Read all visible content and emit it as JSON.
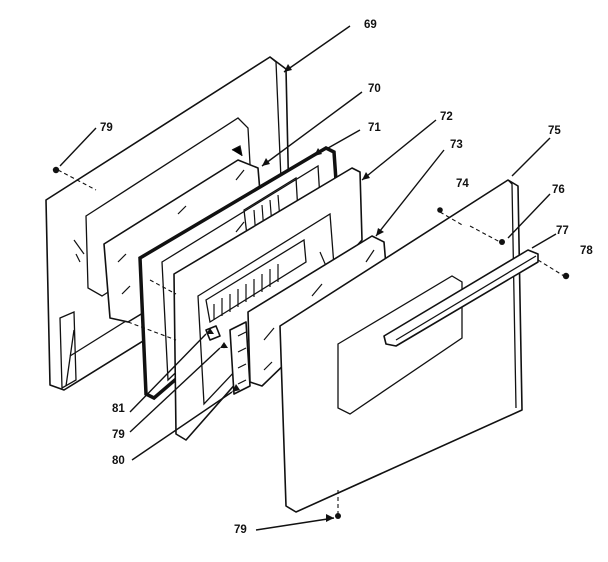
{
  "callouts": {
    "c69": "69",
    "c70": "70",
    "c71": "71",
    "c72": "72",
    "c73": "73",
    "c74": "74",
    "c75": "75",
    "c76": "76",
    "c77": "77",
    "c78": "78",
    "c79_top": "79",
    "c79_mid": "79",
    "c79_bottom": "79",
    "c80": "80",
    "c81": "81"
  }
}
